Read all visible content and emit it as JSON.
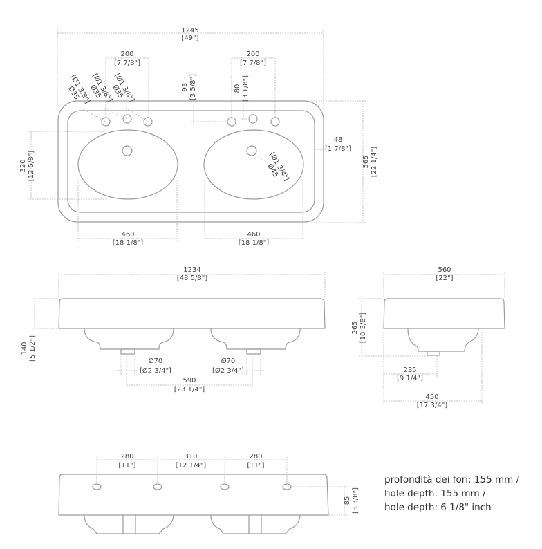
{
  "top_view": {
    "overall_width": {
      "mm": "1245",
      "in": "[49\"]"
    },
    "tap_spacing_left": {
      "mm": "200",
      "in": "[7 7/8\"]"
    },
    "tap_spacing_right": {
      "mm": "200",
      "in": "[7 7/8\"]"
    },
    "tap_hole_1": {
      "mm": "Ø35",
      "in": "[Ø1 3/8\"]"
    },
    "tap_hole_2": {
      "mm": "Ø35",
      "in": "[Ø1 3/8\"]"
    },
    "tap_hole_3": {
      "mm": "Ø35",
      "in": "[Ø1 3/8\"]"
    },
    "center_offset": {
      "mm": "93",
      "in": "[3 5/8\"]"
    },
    "tap_offset": {
      "mm": "80",
      "in": "[3 1/8\"]"
    },
    "rim": {
      "mm": "48",
      "in": "[1 7/8\"]"
    },
    "depth": {
      "mm": "565",
      "in": "[22 1/4\"]"
    },
    "basin_depth": {
      "mm": "320",
      "in": "[12 5/8\"]"
    },
    "drain": {
      "mm": "Ø45",
      "in": "[Ø1 3/4\"]"
    },
    "basin_width_left": {
      "mm": "460",
      "in": "[18 1/8\"]"
    },
    "basin_width_right": {
      "mm": "460",
      "in": "[18 1/8\"]"
    }
  },
  "front_view": {
    "width": {
      "mm": "1234",
      "in": "[48 5/8\"]"
    },
    "height": {
      "mm": "140",
      "in": "[5 1/2\"]"
    },
    "waste_left": {
      "mm": "Ø70",
      "in": "[Ø2 3/4\"]"
    },
    "waste_right": {
      "mm": "Ø70",
      "in": "[Ø2 3/4\"]"
    },
    "waste_spacing": {
      "mm": "590",
      "in": "[23 1/4\"]"
    }
  },
  "side_view": {
    "depth": {
      "mm": "560",
      "in": "[22\"]"
    },
    "height": {
      "mm": "265",
      "in": "[10 3/8\"]"
    },
    "waste_offset": {
      "mm": "235",
      "in": "[9 1/4\"]"
    },
    "bowl_depth": {
      "mm": "450",
      "in": "[17 3/4\"]"
    }
  },
  "back_view": {
    "spacing_1": {
      "mm": "280",
      "in": "[11\"]"
    },
    "spacing_2": {
      "mm": "310",
      "in": "[12 1/4\"]"
    },
    "spacing_3": {
      "mm": "280",
      "in": "[11\"]"
    },
    "hole_height": {
      "mm": "85",
      "in": "[3 3/8\"]"
    }
  },
  "notes": [
    "profondità dei fori: 155 mm /",
    "hole depth: 155 mm /",
    "hole depth: 6 1/8\" inch"
  ]
}
